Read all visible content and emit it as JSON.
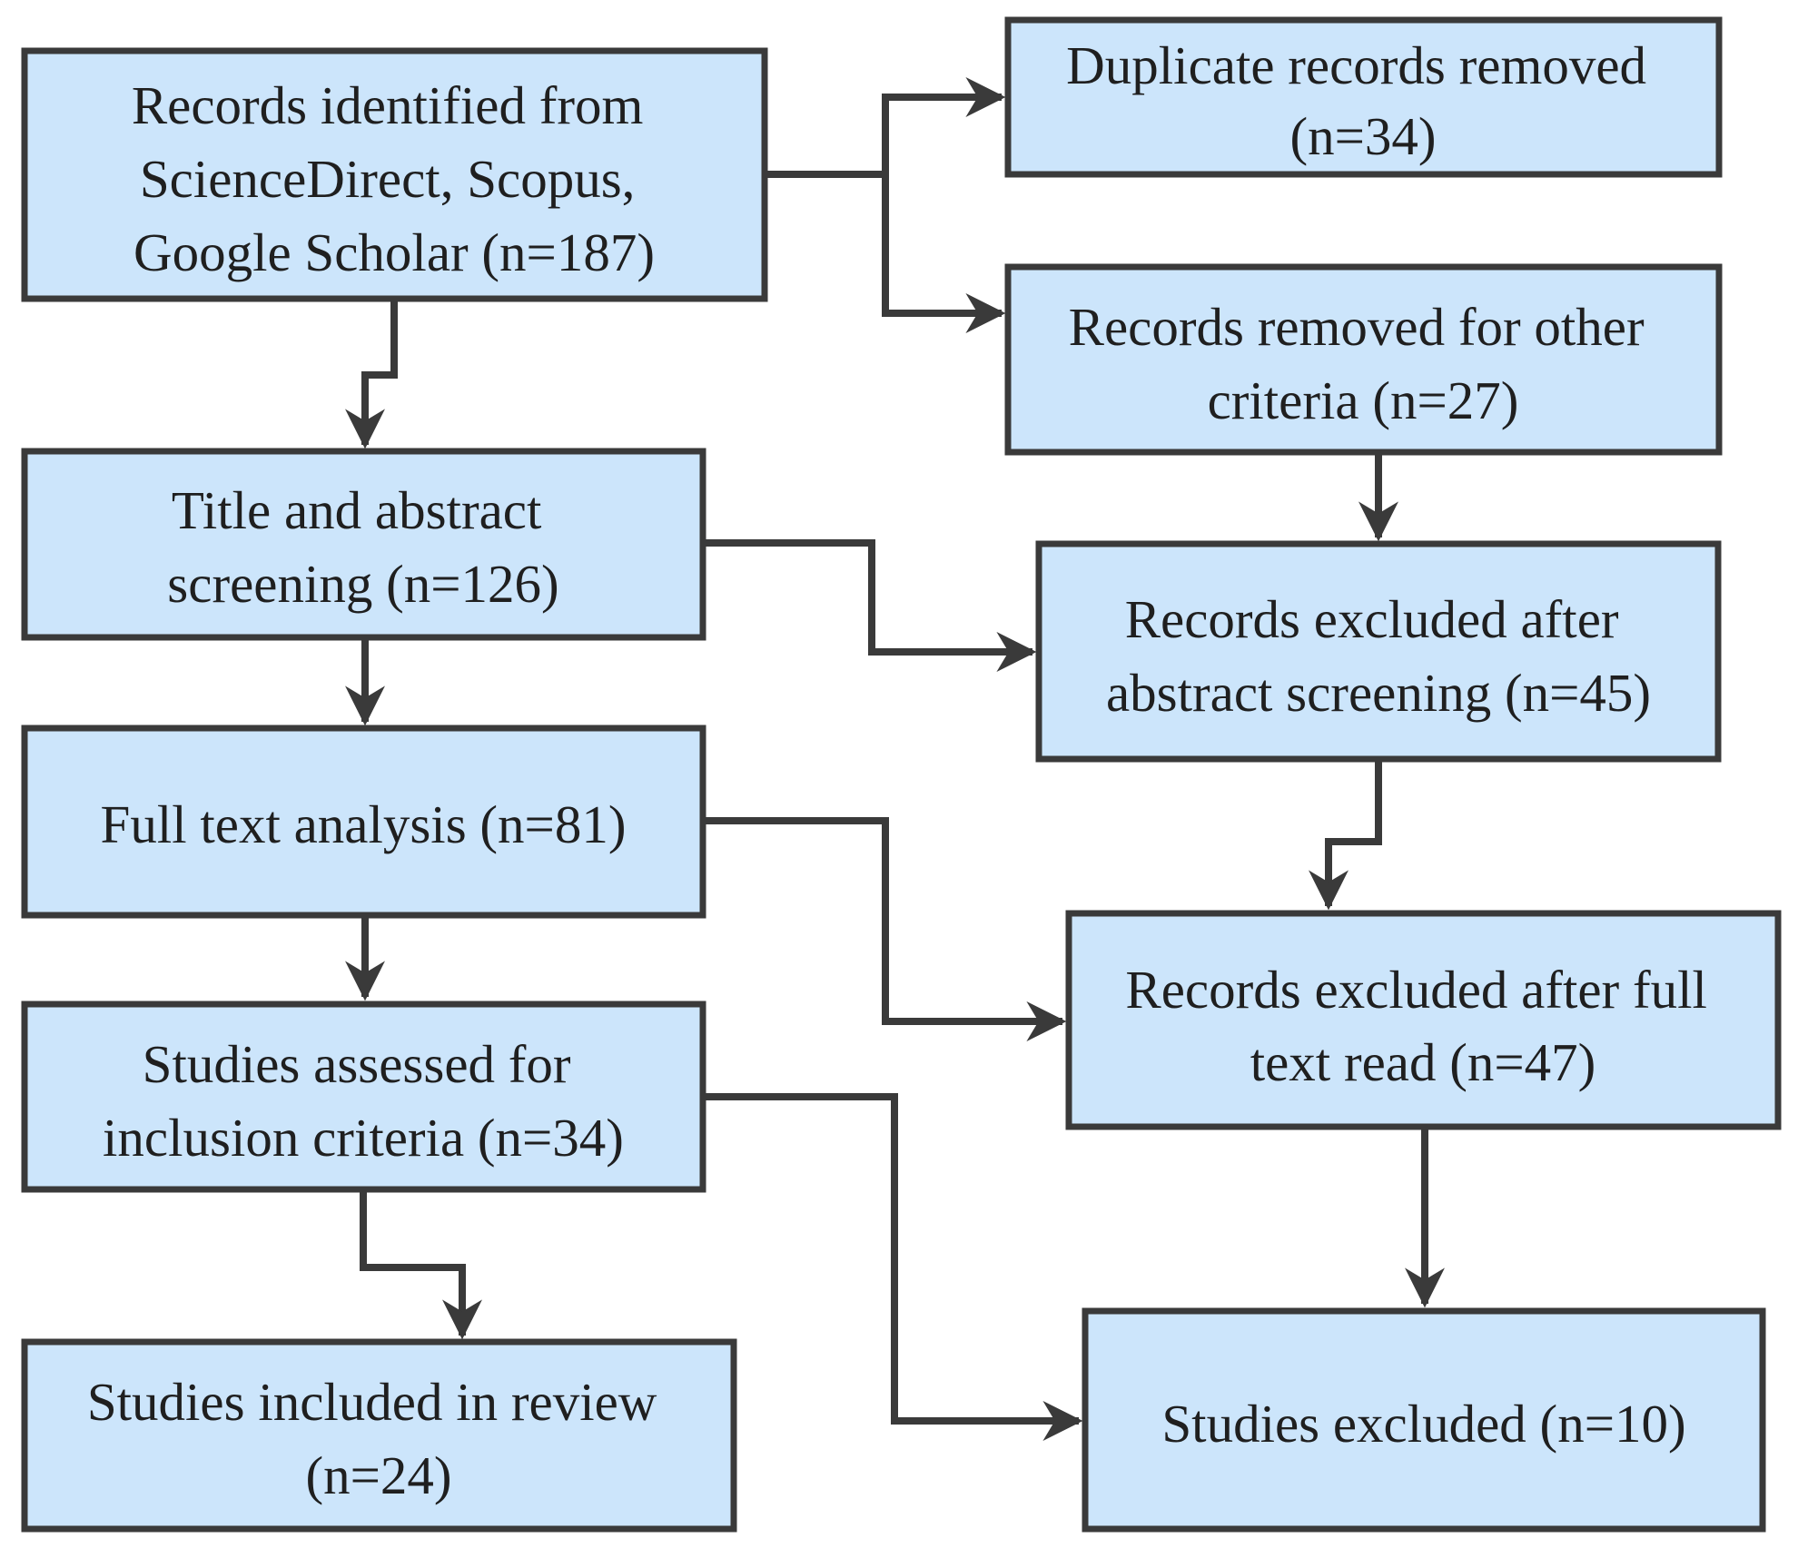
{
  "nodes": {
    "records_identified": {
      "lines": [
        "Records identified from",
        "ScienceDirect, Scopus,",
        "Google Scholar (n=187)"
      ]
    },
    "duplicates_removed": {
      "lines": [
        "Duplicate records removed",
        "(n=34)"
      ]
    },
    "removed_other": {
      "lines": [
        "Records removed for other",
        "criteria (n=27)"
      ]
    },
    "title_abstract": {
      "lines": [
        "Title and abstract",
        "screening (n=126)"
      ]
    },
    "excluded_abstract": {
      "lines": [
        "Records excluded after",
        "abstract screening (n=45)"
      ]
    },
    "full_text": {
      "lines": [
        "Full text analysis (n=81)"
      ]
    },
    "excluded_fulltext": {
      "lines": [
        "Records excluded after full",
        "text read (n=47)"
      ]
    },
    "assessed": {
      "lines": [
        "Studies assessed for",
        "inclusion criteria (n=34)"
      ]
    },
    "included": {
      "lines": [
        "Studies included in review",
        "(n=24)"
      ]
    },
    "excluded_studies": {
      "lines": [
        "Studies excluded (n=10)"
      ]
    }
  }
}
